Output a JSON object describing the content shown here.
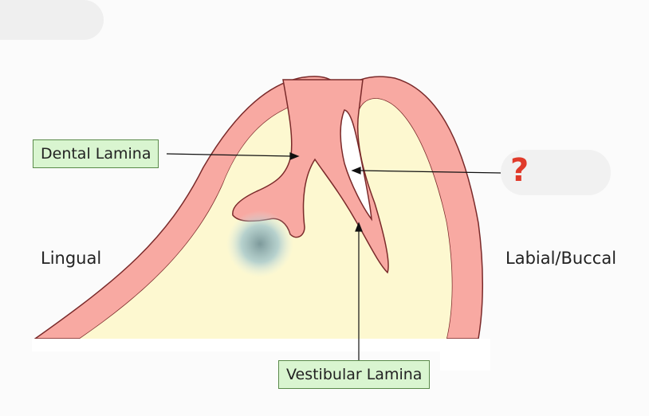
{
  "labels": {
    "dental_lamina": "Dental Lamina",
    "vestibular_lamina": "Vestibular Lamina",
    "lingual": "Lingual",
    "labial_buccal": "Labial/Buccal",
    "unknown": "?"
  },
  "colors": {
    "epithelium": "#f8a9a2",
    "mesenchyme": "#fdf8d0",
    "label_box_fill": "#d9f5d0",
    "label_box_border": "#5a8a4a",
    "question_mark": "#e03a2a"
  }
}
